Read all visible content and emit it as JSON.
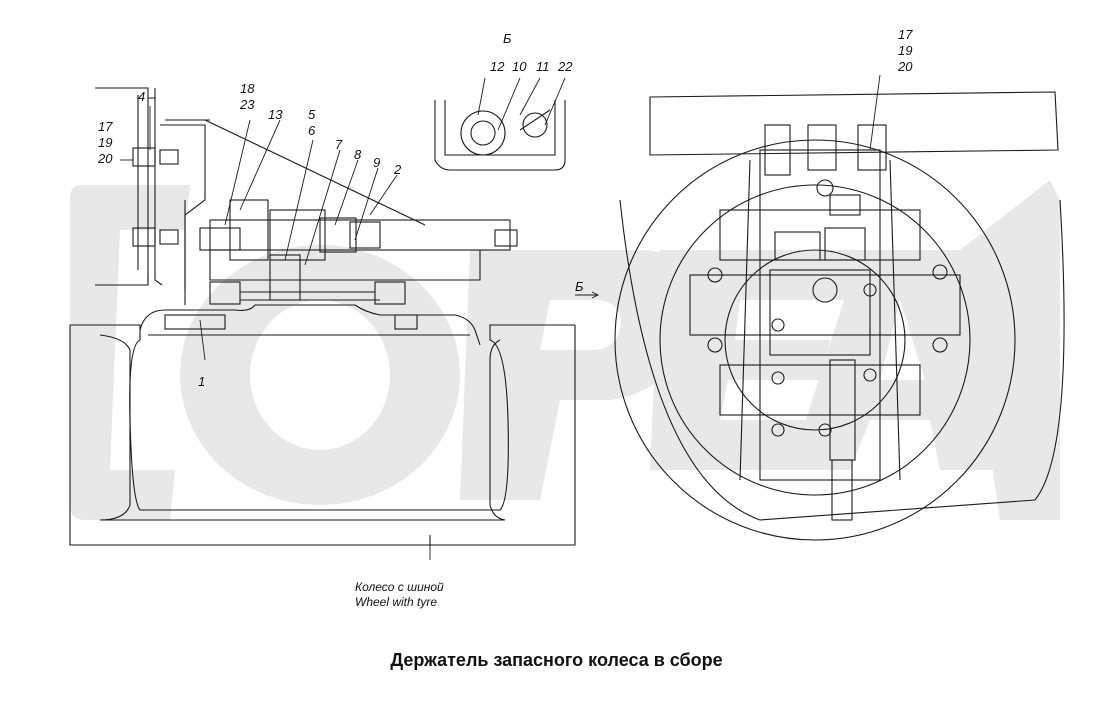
{
  "labels": {
    "l1": "1",
    "l2": "2",
    "l4": "4",
    "l5": "5",
    "l6": "6",
    "l7": "7",
    "l8": "8",
    "l9": "9",
    "l13": "13",
    "l18": "18",
    "l23": "23",
    "l17a": "17",
    "l19a": "19",
    "l20a": "20",
    "l17b": "17",
    "l19b": "19",
    "l20b": "20",
    "l12": "12",
    "l10": "10",
    "l11": "11",
    "l22": "22",
    "view_b_top": "Б",
    "view_b_arrow": "Б"
  },
  "caption": {
    "ru": "Колесо с шиной",
    "en": "Wheel with tyre"
  },
  "title": "Держатель запасного колеса в сборе",
  "watermark": {
    "text": "ОРЕ",
    "color": "#e6e6e6"
  }
}
